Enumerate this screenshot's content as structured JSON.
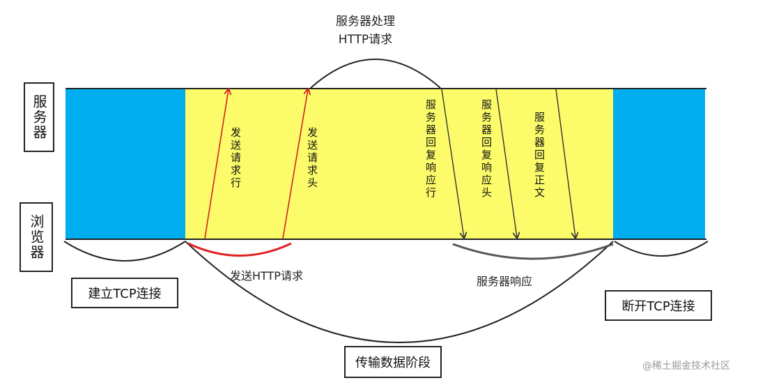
{
  "sides": {
    "server": "服务器",
    "browser": "浏览器"
  },
  "top_label": {
    "line1": "服务器处理",
    "line2": "HTTP请求"
  },
  "arrows": {
    "send_request_line": "发送请求行",
    "send_request_header": "发送请求头",
    "response_line": "服务器回复响应行",
    "response_header": "服务器回复响应头",
    "response_body": "服务器回复正文"
  },
  "bottom_labels": {
    "send_http_request": "发送HTTP请求",
    "server_response": "服务器响应"
  },
  "phases": {
    "establish": "建立TCP连接",
    "transfer": "传输数据阶段",
    "disconnect": "断开TCP连接"
  },
  "watermark": "@稀土掘金技术社区",
  "colors": {
    "tcp_phase": "#00aeef",
    "data_phase": "#fcfc6a",
    "request_arrow": "#d42020",
    "response_arrow": "#333333",
    "request_arc": "#e01f1f",
    "response_arc": "#555555"
  }
}
